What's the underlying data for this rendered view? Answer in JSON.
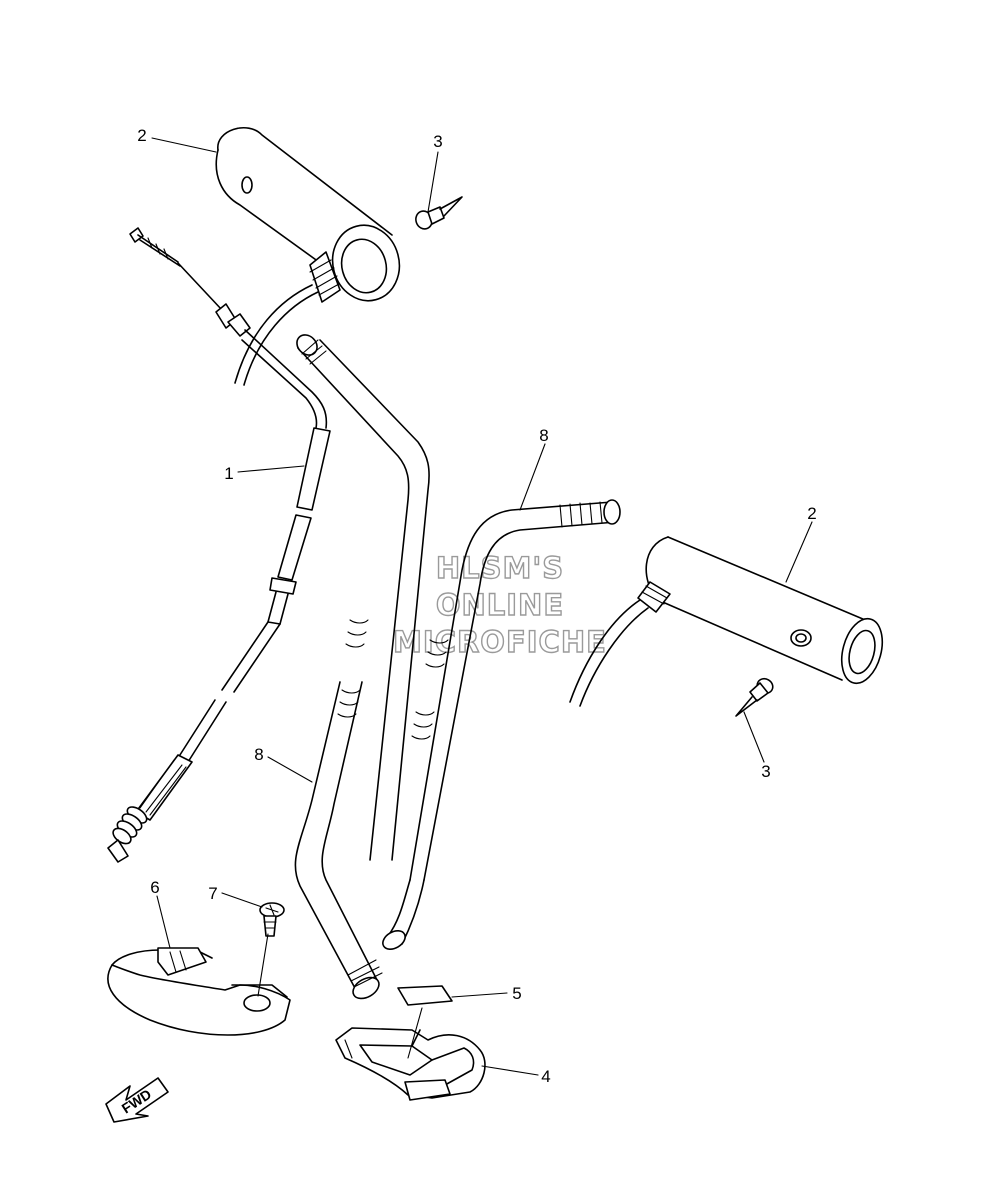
{
  "callouts": {
    "c1": "1",
    "c2a": "2",
    "c2b": "2",
    "c3a": "3",
    "c3b": "3",
    "c4": "4",
    "c5": "5",
    "c6": "6",
    "c7": "7",
    "c8a": "8",
    "c8b": "8"
  },
  "watermark": {
    "line1": "HLSM'S",
    "line2": "ONLINE",
    "line3": "MICROFICHE"
  },
  "fwd_arrow": {
    "label": "FWD"
  }
}
